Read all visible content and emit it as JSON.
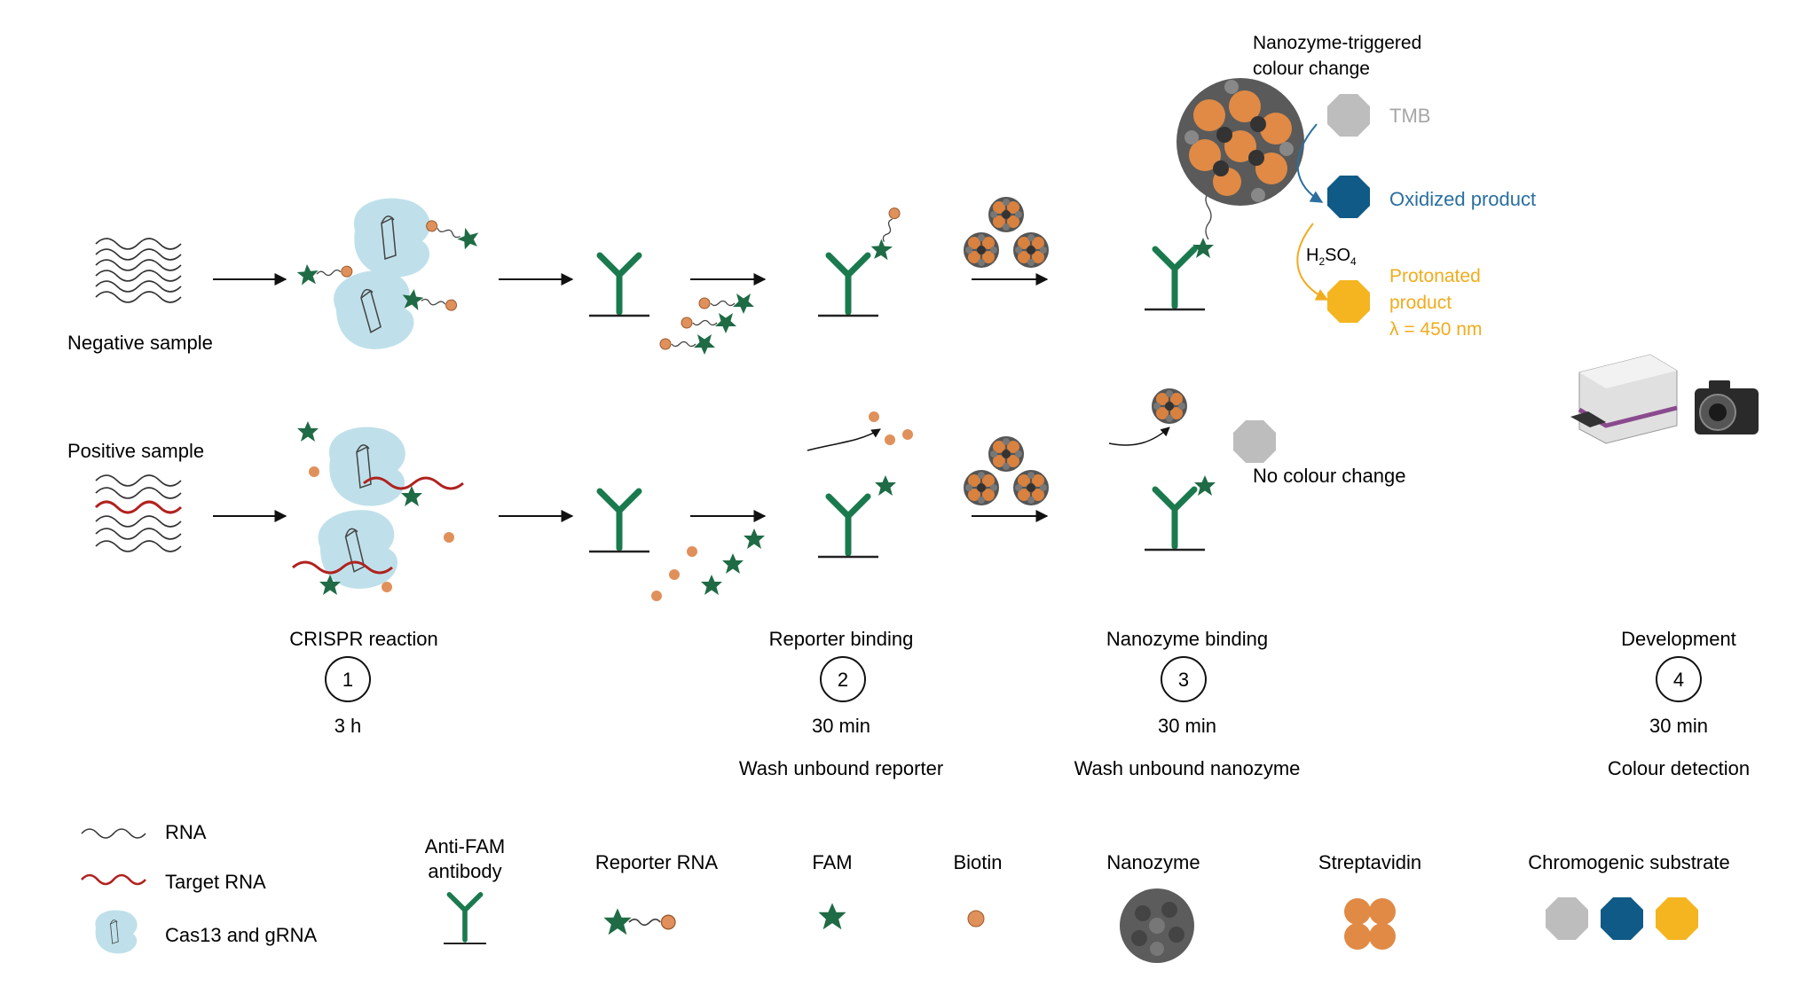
{
  "labels": {
    "negative_sample": "Negative sample",
    "positive_sample": "Positive sample",
    "nanozyme_title_1": "Nanozyme-triggered",
    "nanozyme_title_2": "colour change",
    "tmb": "TMB",
    "oxidized": "Oxidized product",
    "h2so4_main": "H",
    "h2so4_sub1": "2",
    "h2so4_mid": "SO",
    "h2so4_sub2": "4",
    "protonated_1": "Protonated",
    "protonated_2": "product",
    "protonated_3": "λ = 450 nm",
    "no_colour": "No colour change"
  },
  "steps": [
    {
      "title": "CRISPR reaction",
      "num": "1",
      "time": "3 h",
      "note": ""
    },
    {
      "title": "Reporter binding",
      "num": "2",
      "time": "30 min",
      "note": "Wash unbound reporter"
    },
    {
      "title": "Nanozyme binding",
      "num": "3",
      "time": "30 min",
      "note": "Wash unbound nanozyme"
    },
    {
      "title": "Development",
      "num": "4",
      "time": "30 min",
      "note": "Colour detection"
    }
  ],
  "legend": {
    "rna": "RNA",
    "target_rna": "Target RNA",
    "cas13": "Cas13 and gRNA",
    "antifam_1": "Anti-FAM",
    "antifam_2": "antibody",
    "reporter": "Reporter RNA",
    "fam": "FAM",
    "biotin": "Biotin",
    "nanozyme": "Nanozyme",
    "streptavidin": "Streptavidin",
    "chromogenic": "Chromogenic substrate"
  },
  "colors": {
    "antibody": "#1a7a4e",
    "fam": "#1f6b45",
    "biotin": "#e0905a",
    "target_rna": "#b0221f",
    "cas13": "#bfe0ea",
    "tmb": "#bdbdbd",
    "oxidized": "#0f5a86",
    "protonated": "#f4b521",
    "oxidized_text": "#2a6f9f",
    "protonated_text": "#f0ac1d",
    "tmb_text": "#a6a6a6"
  }
}
